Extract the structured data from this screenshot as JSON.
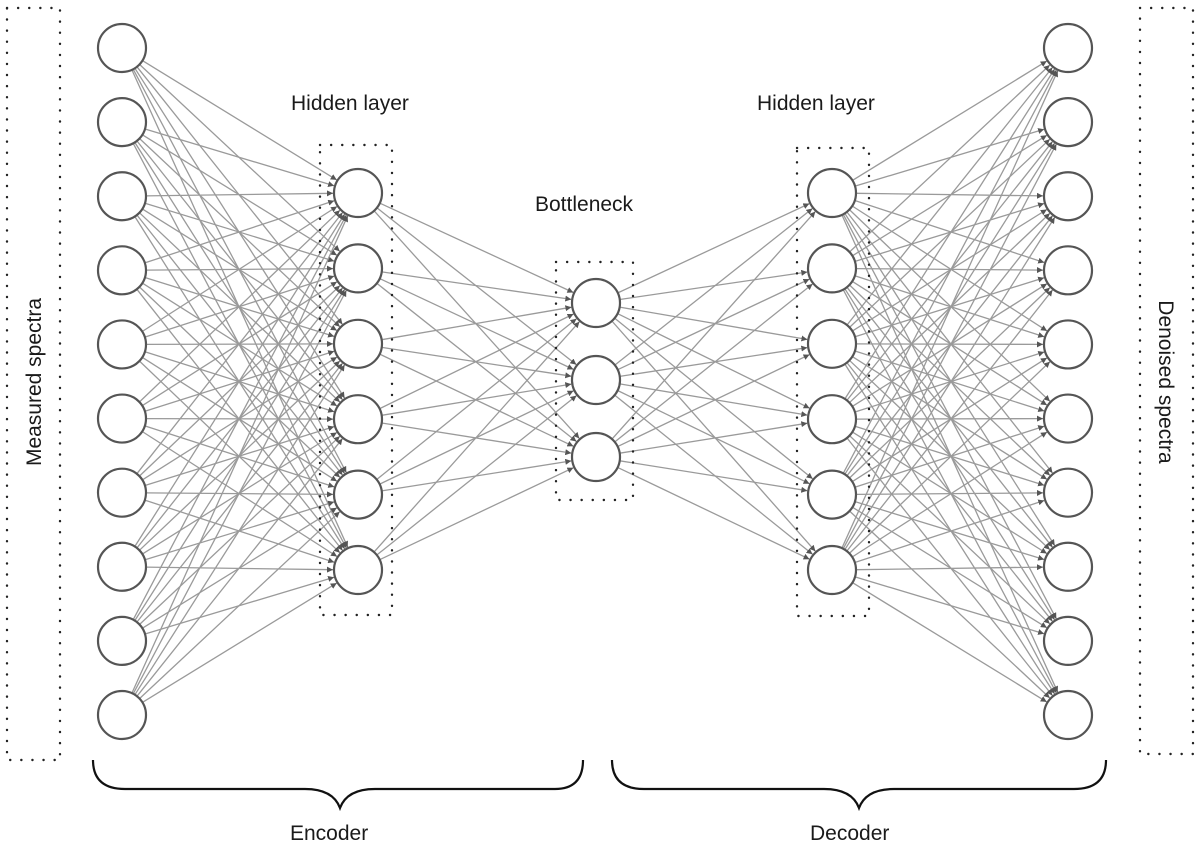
{
  "title": "Denoising autoencoder architecture",
  "layers": [
    {
      "id": "input",
      "role": "input",
      "nodes": 10
    },
    {
      "id": "encoder-hidden",
      "role": "hidden",
      "nodes": 6,
      "label": "Hidden layer"
    },
    {
      "id": "bottleneck",
      "role": "bottleneck",
      "nodes": 3,
      "label": "Bottleneck"
    },
    {
      "id": "decoder-hidden",
      "role": "hidden",
      "nodes": 6,
      "label": "Hidden layer"
    },
    {
      "id": "output",
      "role": "output",
      "nodes": 10
    }
  ],
  "connectivity": "fully-connected",
  "side_labels": {
    "input": "Measured spectra",
    "output": "Denoised spectra"
  },
  "labels": {
    "encoder_hidden": "Hidden layer",
    "bottleneck": "Bottleneck",
    "decoder_hidden": "Hidden layer",
    "encoder": "Encoder",
    "decoder": "Decoder"
  },
  "colors": {
    "node_stroke": "#555555",
    "edge": "#9a9a9a",
    "arrow": "#555555",
    "dotted_box": "#222222",
    "brace": "#111111",
    "text": "#1a1a1a"
  }
}
